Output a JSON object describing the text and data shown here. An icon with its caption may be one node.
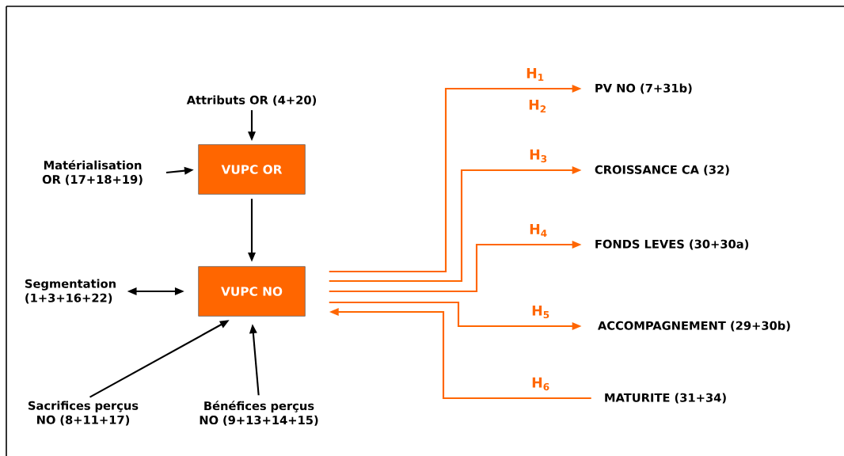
{
  "diagram": {
    "nodes": [
      {
        "text": [
          "Attributs OR (4+20)"
        ]
      },
      {
        "text": [
          "Matérialisation OR (17+18+19)"
        ]
      },
      {
        "text": [
          "VUPC OR"
        ]
      },
      {
        "text": [
          "Segmentation (1+3+16+22)"
        ]
      },
      {
        "text": [
          "VUPC NO"
        ]
      },
      {
        "text": [
          "Sacrifices perçus NO (8+11+17)"
        ]
      },
      {
        "text": [
          "Bénéfices perçus NO (9+13+14+15)"
        ]
      },
      {
        "text": [
          "PV NO (7+31b)"
        ]
      },
      {
        "text": [
          "CROISSANCE CA (32)"
        ]
      },
      {
        "text": [
          "FONDS LEVES (30+30a)"
        ]
      },
      {
        "text": [
          "ACCOMPAGNEMENT (29+30b)"
        ]
      },
      {
        "text": [
          "MATURITE (31+34)"
        ]
      }
    ],
    "edges": [
      {
        "from": 0,
        "to": 2,
        "arrow": "to"
      },
      {
        "from": 1,
        "to": 2,
        "arrow": "to"
      },
      {
        "from": 2,
        "to": 4,
        "arrow": "to"
      },
      {
        "from": 3,
        "to": 4,
        "arrow": "both"
      },
      {
        "from": 5,
        "to": 4,
        "arrow": "to"
      },
      {
        "from": 6,
        "to": 4,
        "arrow": "to"
      },
      {
        "from": 4,
        "to": 7,
        "arrow": "to",
        "label": "H$_{1}$",
        "color": "#ff6600"
      },
      {
        "from": 4,
        "to": 8,
        "arrow": "to",
        "label": "H$_{3}$",
        "color": "#ff6600"
      },
      {
        "from": 4,
        "to": 9,
        "arrow": "to",
        "label": "H$_{4}$",
        "color": "#ff6600"
      },
      {
        "from": 4,
        "to": 10,
        "arrow": "to",
        "label": "H$_{5}$",
        "color": "#ff6600"
      },
      {
        "from": 11,
        "to": 4,
        "arrow": "to",
        "label": "H$_{6}$",
        "color": "#ff6600"
      }
    ],
    "labels": [
      "H$_{2}$"
    ]
  }
}
